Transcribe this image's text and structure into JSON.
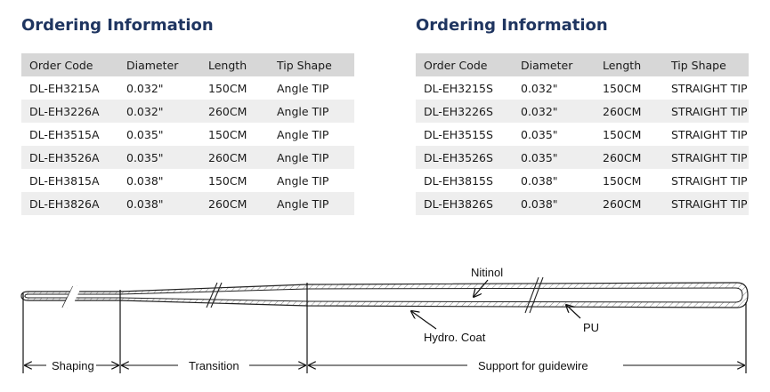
{
  "left_table": {
    "title": "Ordering Information",
    "headers": [
      "Order Code",
      "Diameter",
      "Length",
      "Tip Shape"
    ],
    "rows": [
      [
        "DL-EH3215A",
        "0.032\"",
        "150CM",
        "Angle TIP"
      ],
      [
        "DL-EH3226A",
        "0.032\"",
        "260CM",
        "Angle TIP"
      ],
      [
        "DL-EH3515A",
        "0.035\"",
        "150CM",
        "Angle TIP"
      ],
      [
        "DL-EH3526A",
        "0.035\"",
        "260CM",
        "Angle TIP"
      ],
      [
        "DL-EH3815A",
        "0.038\"",
        "150CM",
        "Angle TIP"
      ],
      [
        "DL-EH3826A",
        "0.038\"",
        "260CM",
        "Angle TIP"
      ]
    ]
  },
  "right_table": {
    "title": "Ordering Information",
    "headers": [
      "Order Code",
      "Diameter",
      "Length",
      "Tip Shape"
    ],
    "rows": [
      [
        "DL-EH3215S",
        "0.032\"",
        "150CM",
        "STRAIGHT TIP"
      ],
      [
        "DL-EH3226S",
        "0.032\"",
        "260CM",
        "STRAIGHT TIP"
      ],
      [
        "DL-EH3515S",
        "0.035\"",
        "150CM",
        "STRAIGHT TIP"
      ],
      [
        "DL-EH3526S",
        "0.035\"",
        "260CM",
        "STRAIGHT TIP"
      ],
      [
        "DL-EH3815S",
        "0.038\"",
        "150CM",
        "STRAIGHT TIP"
      ],
      [
        "DL-EH3826S",
        "0.038\"",
        "260CM",
        "STRAIGHT TIP"
      ]
    ]
  },
  "diagram": {
    "labels": {
      "nitinol": "Nitinol",
      "pu": "PU",
      "hydro_coat": "Hydro. Coat"
    },
    "dimensions": {
      "shaping": "Shaping",
      "transition": "Transition",
      "support": "Support for guidewire"
    }
  }
}
